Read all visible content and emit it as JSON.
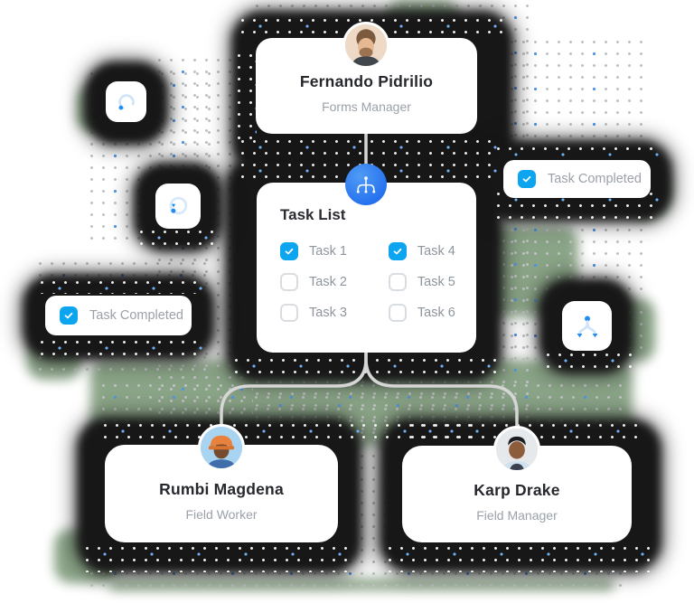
{
  "nodes": {
    "forms_manager": {
      "name": "Fernando Pidrilio",
      "role": "Forms Manager"
    },
    "field_worker": {
      "name": "Rumbi Magdena",
      "role": "Field Worker"
    },
    "field_manager": {
      "name": "Karp Drake",
      "role": "Field Manager"
    }
  },
  "task_list": {
    "title": "Task List",
    "tasks": [
      {
        "label": "Task 1",
        "checked": true
      },
      {
        "label": "Task 2",
        "checked": false
      },
      {
        "label": "Task 3",
        "checked": false
      },
      {
        "label": "Task 4",
        "checked": true
      },
      {
        "label": "Task 5",
        "checked": false
      },
      {
        "label": "Task 6",
        "checked": false
      }
    ]
  },
  "badges": {
    "left": {
      "label": "Task Completed",
      "checked": true
    },
    "right": {
      "label": "Task Completed",
      "checked": true
    }
  },
  "icons": {
    "node_circle": "hierarchy-node-icon",
    "tile_top_left": "redo-arc-icon",
    "tile_left": "sync-progress-icon",
    "tile_right": "branch-split-icon"
  },
  "colors": {
    "checkbox_checked": "#0ea5f0",
    "node_circle_blue": "#2b7ff0",
    "icon_blue": "#1f8ef0",
    "icon_light_blue": "#cfe3f9",
    "connector_gray": "#d6d6d6",
    "name_text": "#26282d",
    "secondary_text": "#9aa1a9",
    "shadow_black": "#171717",
    "smudge_green": "#7b9877"
  }
}
